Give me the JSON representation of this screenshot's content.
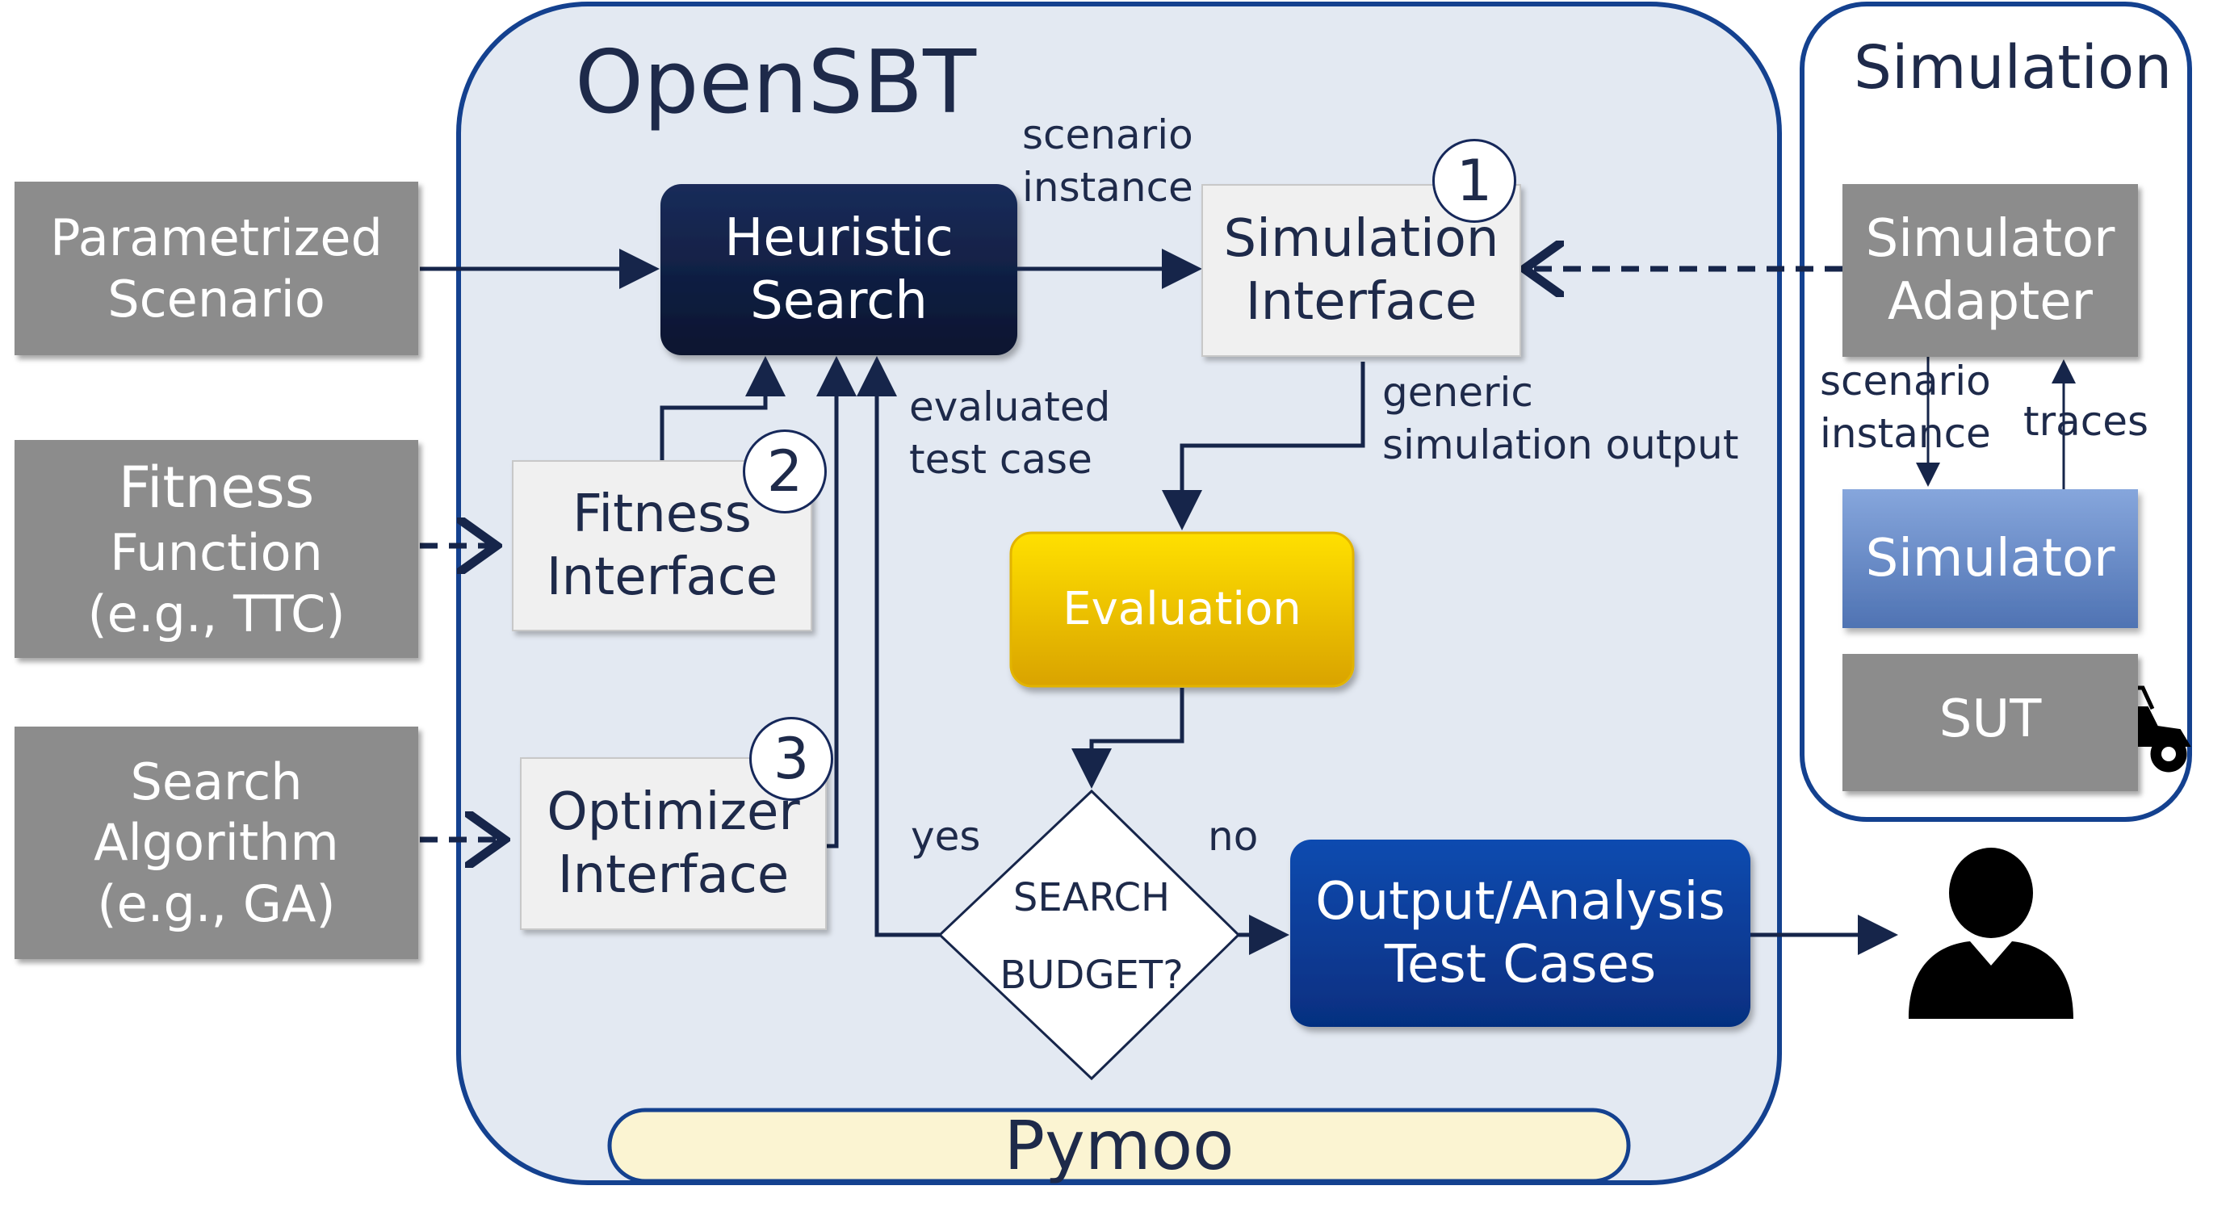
{
  "containers": {
    "opensbt_title": "OpenSBT",
    "simulation_title": "Simulation",
    "pymoo_label": "Pymoo"
  },
  "inputs": {
    "parametrized_scenario": [
      "Parametrized",
      "Scenario"
    ],
    "fitness_function": [
      "Fitness",
      "Function",
      "(e.g., TTC)"
    ],
    "search_algorithm": [
      "Search",
      "Algorithm",
      "(e.g., GA)"
    ]
  },
  "core": {
    "heuristic_search": [
      "Heuristic",
      "Search"
    ],
    "simulation_interface": [
      "Simulation",
      "Interface"
    ],
    "fitness_interface": [
      "Fitness",
      "Interface"
    ],
    "optimizer_interface": [
      "Optimizer",
      "Interface"
    ],
    "evaluation": "Evaluation",
    "decision": [
      "SEARCH",
      "BUDGET?"
    ],
    "output": [
      "Output/Analysis",
      "Test Cases"
    ]
  },
  "simulation": {
    "adapter": [
      "Simulator",
      "Adapter"
    ],
    "simulator": "Simulator",
    "sut": "SUT"
  },
  "badges": {
    "one": "1",
    "two": "2",
    "three": "3"
  },
  "edge_labels": {
    "scenario_instance_top": [
      "scenario",
      "instance"
    ],
    "evaluated_test_case": [
      "evaluated",
      "test case"
    ],
    "generic_simulation_output": [
      "generic",
      "simulation output"
    ],
    "scenario_instance_sim": [
      "scenario",
      "instance"
    ],
    "traces": "traces",
    "yes": "yes",
    "no": "no"
  },
  "icons": {
    "car": "dune-buggy-icon",
    "user": "person-icon"
  },
  "colors": {
    "navy": "#0f1f45",
    "royal_blue": "#0a3f9e",
    "container_fill": "#e3e9f2",
    "container_border": "#14418f",
    "gray_box": "#8c8c8c",
    "evaluation_yellow": "#f5c400",
    "simulator_blue": "#6e8fcb",
    "pymoo_fill": "#fbf4d2",
    "arrow": "#16254a"
  }
}
